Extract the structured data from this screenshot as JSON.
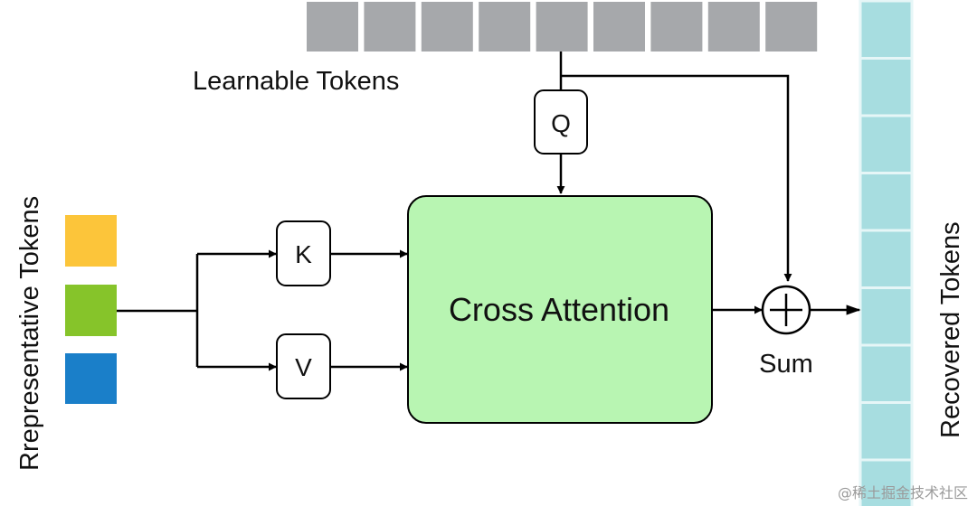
{
  "labels": {
    "learnable_tokens": "Learnable Tokens",
    "representative_tokens": "Rrepresentative Tokens",
    "recovered_tokens": "Recovered Tokens",
    "cross_attention": "Cross Attention",
    "sum": "Sum",
    "q": "Q",
    "k": "K",
    "v": "V",
    "watermark": "@稀土掘金技术社区"
  },
  "colors": {
    "learnable_token": "#a6a8ab",
    "recovered_token": "#a7dde0",
    "recovered_token_border": "#e6f6f7",
    "rep_token_yellow": "#fcc53a",
    "rep_token_green": "#86c42a",
    "rep_token_blue": "#1a7fc9",
    "cross_attention_fill": "#b8f5b2",
    "line": "#000000",
    "watermark": "#9a9a9a"
  },
  "icons": {
    "sum_node": "circled-plus-icon"
  },
  "learnable_token_count": 9,
  "recovered_token_count": 9
}
